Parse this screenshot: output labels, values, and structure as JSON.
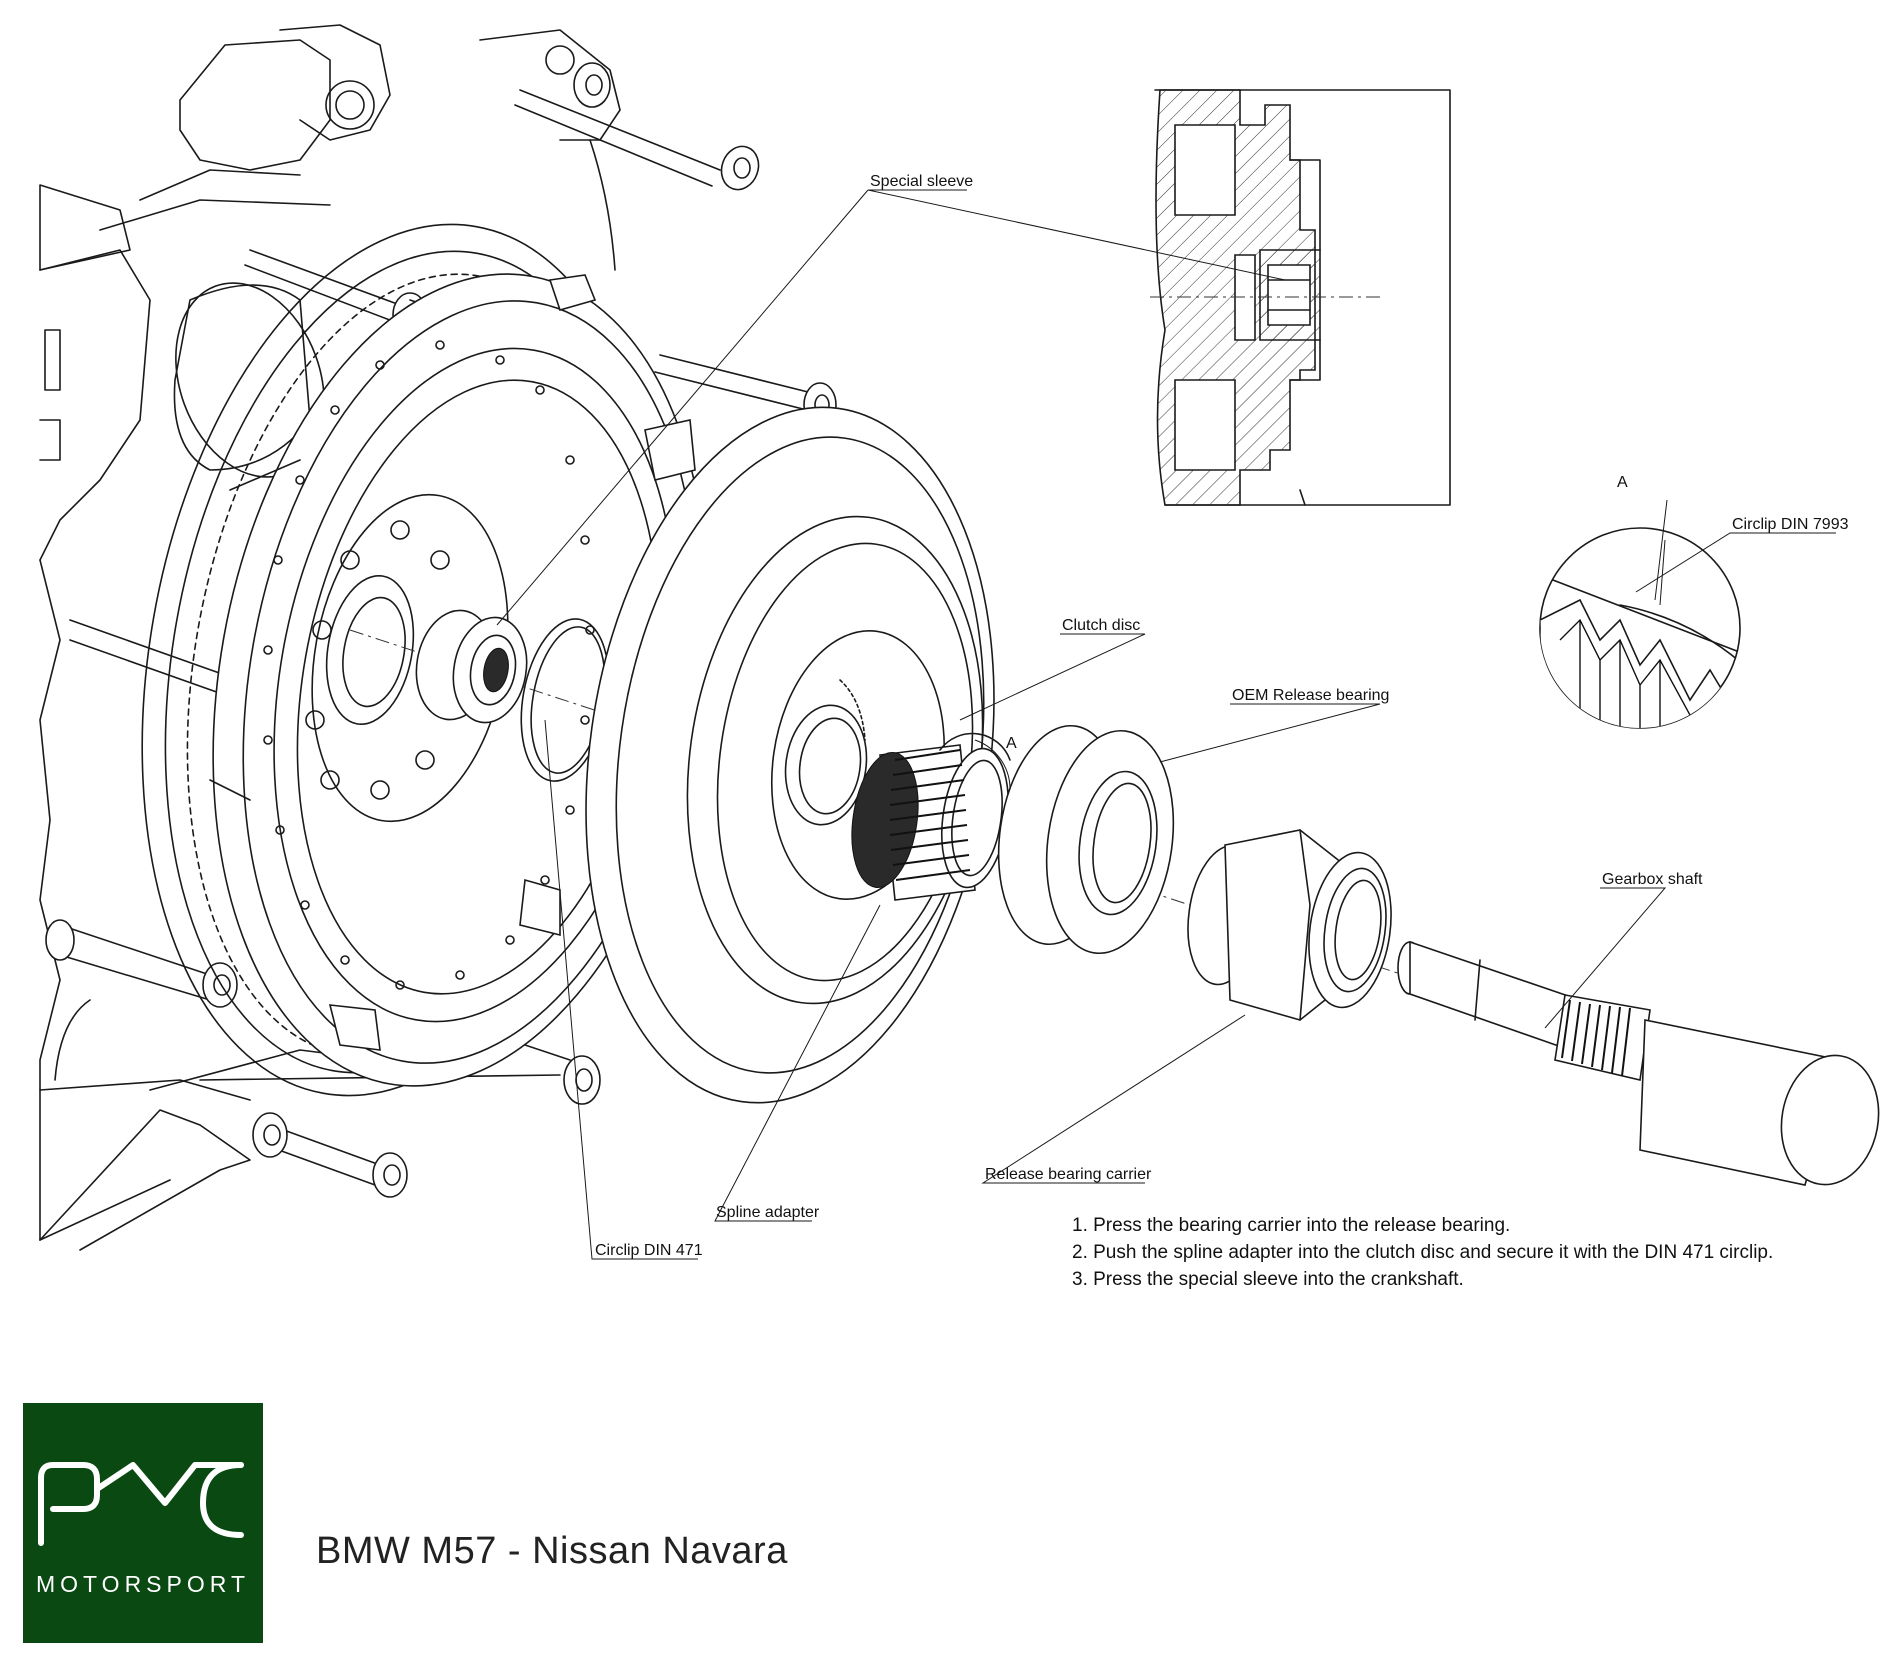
{
  "labels": {
    "special_sleeve": "Special sleeve",
    "clutch_disc": "Clutch disc",
    "oem_release_bearing": "OEM Release bearing",
    "gearbox_shaft": "Gearbox shaft",
    "release_bearing_carrier": "Release bearing carrier",
    "spline_adapter": "Spline adapter",
    "circlip_din_471": "Circlip DIN 471",
    "circlip_din_7993": "Circlip DIN 7993",
    "detail_marker": "A",
    "detail_title": "A"
  },
  "instructions": [
    "1. Press the bearing carrier into the release bearing.",
    "2. Push the spline adapter into the clutch disc and secure it with the DIN 471 circlip.",
    "3. Press the special sleeve into the crankshaft."
  ],
  "logo": {
    "wordmark": "MOTORSPORT",
    "background_color": "#0a4a12",
    "mark_color": "#ffffff"
  },
  "title": "BMW M57 - Nissan Navara"
}
